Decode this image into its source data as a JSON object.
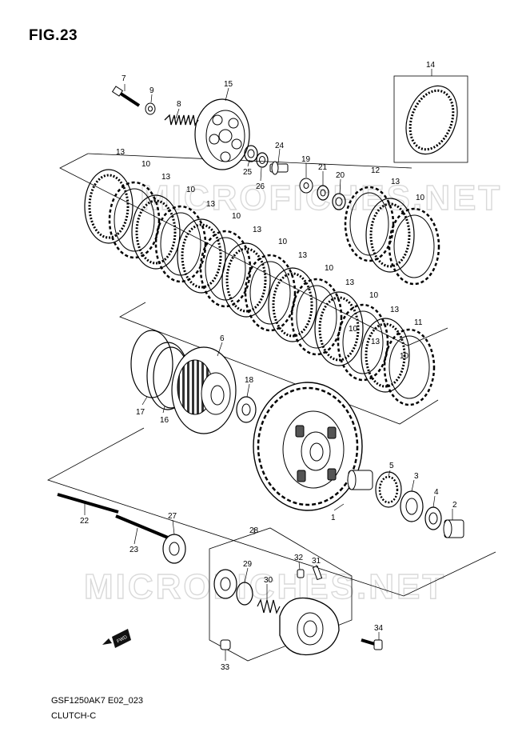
{
  "figure": {
    "title": "FIG.23",
    "model_code": "GSF1250AK7 E02_023",
    "section": "CLUTCH-C"
  },
  "watermark": "MICROFICHES.NET",
  "front_badge": "FWD",
  "part_labels": [
    "7",
    "9",
    "8",
    "15",
    "14",
    "24",
    "19",
    "21",
    "20",
    "25",
    "26",
    "12",
    "13",
    "10",
    "13",
    "10",
    "13",
    "10",
    "13",
    "10",
    "13",
    "10",
    "13",
    "10",
    "13",
    "10",
    "13",
    "10",
    "13",
    "10",
    "13",
    "11",
    "6",
    "18",
    "17",
    "16",
    "5",
    "3",
    "4",
    "2",
    "1",
    "22",
    "27",
    "23",
    "28",
    "29",
    "32",
    "31",
    "30",
    "34",
    "33"
  ]
}
